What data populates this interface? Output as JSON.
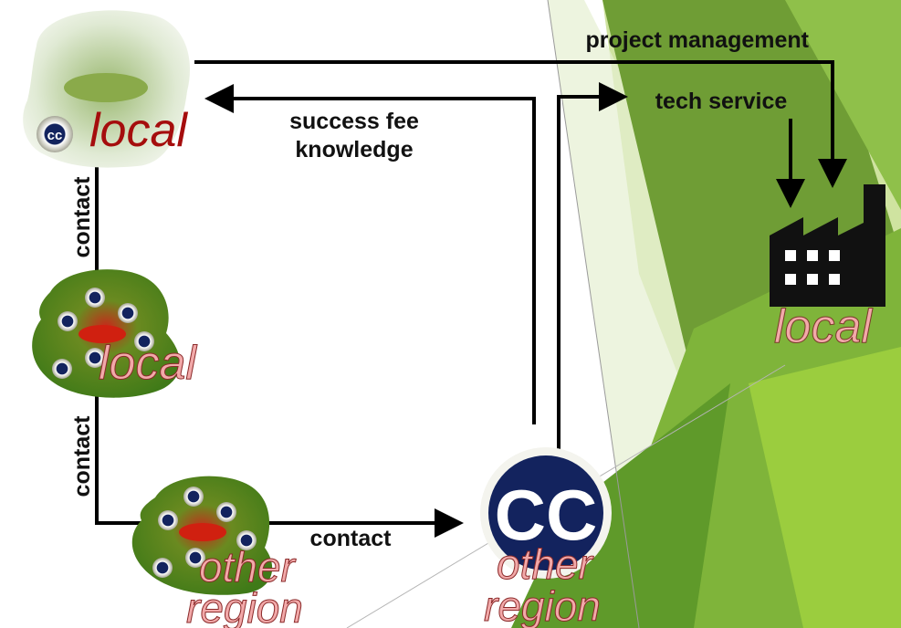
{
  "labels": {
    "project_management": "project management",
    "tech_service": "tech service",
    "success_fee": "success fee",
    "knowledge": "knowledge",
    "contact_upper": "contact",
    "contact_lower": "contact",
    "contact_bottom": "contact",
    "local_top": "local",
    "local_middle": "local",
    "local_factory": "local",
    "other_region_cluster": [
      "other",
      "region"
    ],
    "other_region_cc": [
      "other",
      "region"
    ]
  },
  "badges": {
    "small": "cc",
    "big": "CC"
  },
  "colors": {
    "background": "#ffffff",
    "green_light": "#c8e08a",
    "green_mid": "#7fb43a",
    "green_dark": "#4a8a2a",
    "cluster_green": "#4e8a1e",
    "cluster_red": "#d02010",
    "cc_navy": "#13235e",
    "local_dark_red": "#a50d0d",
    "label_pink": "#f2a9a9",
    "arrow": "#000000"
  }
}
